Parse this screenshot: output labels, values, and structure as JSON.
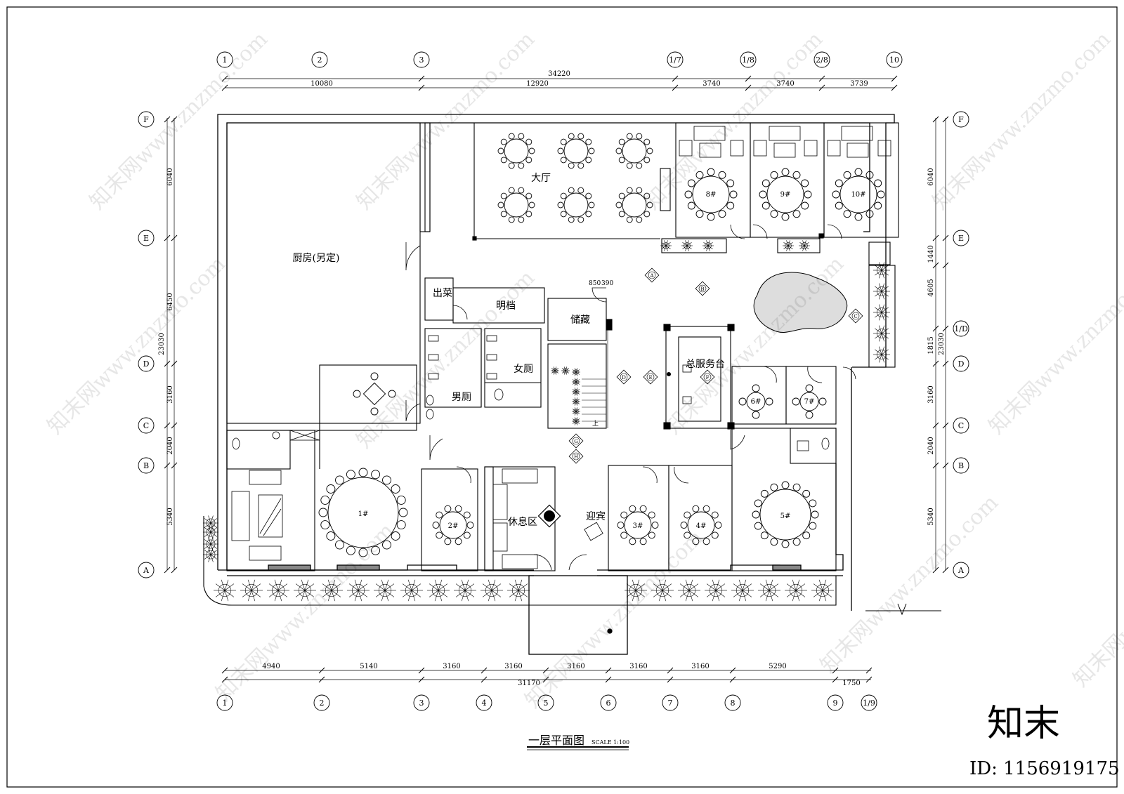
{
  "drawing": {
    "title": "一层平面图",
    "scale": "SCALE 1:100"
  },
  "axes": {
    "top": [
      "1",
      "2",
      "3",
      "1/7",
      "1/8",
      "2/8",
      "10"
    ],
    "bottom": [
      "1",
      "2",
      "3",
      "4",
      "5",
      "6",
      "7",
      "8",
      "9",
      "1/9"
    ],
    "left": [
      "F",
      "E",
      "D",
      "C",
      "B",
      "A"
    ],
    "right": [
      "F",
      "E",
      "1/D",
      "D",
      "C",
      "B",
      "A"
    ]
  },
  "dimensions": {
    "top_total": "34220",
    "top": [
      "10080",
      "12920",
      "3740",
      "3740",
      "3739"
    ],
    "bottom": [
      "4940",
      "5140",
      "3160",
      "3160",
      "3160",
      "3160",
      "3160",
      "5290"
    ],
    "bottom_total": "31170",
    "bottom_extra": "1750",
    "left_total": "23030",
    "left": [
      "6040",
      "6450",
      "3160",
      "2040",
      "5340"
    ],
    "right_total": "23030",
    "right": [
      "6040",
      "1440",
      "4605",
      "1815",
      "3160",
      "2040",
      "5340"
    ],
    "stair": [
      "850",
      "390"
    ]
  },
  "rooms": {
    "kitchen": "厨房(另定)",
    "hall": "大厅",
    "serve": "出菜",
    "open_booth": "明档",
    "storage": "储藏",
    "women_wc": "女厕",
    "men_wc": "男厕",
    "front_desk": "总服务台",
    "lounge": "休息区",
    "welcome": "迎宾",
    "r1": "1#",
    "r2": "2#",
    "r3": "3#",
    "r4": "4#",
    "r5": "5#",
    "r6": "6#",
    "r7": "7#",
    "r8": "8#",
    "r9": "9#",
    "r10": "10#",
    "stair_up": "上"
  },
  "markers": [
    "A",
    "B",
    "C",
    "D",
    "E",
    "F",
    "G",
    "H"
  ],
  "watermark": {
    "brand": "知末",
    "id": "ID: 1156919175",
    "repeat": "知末网www.znzmo.com"
  }
}
